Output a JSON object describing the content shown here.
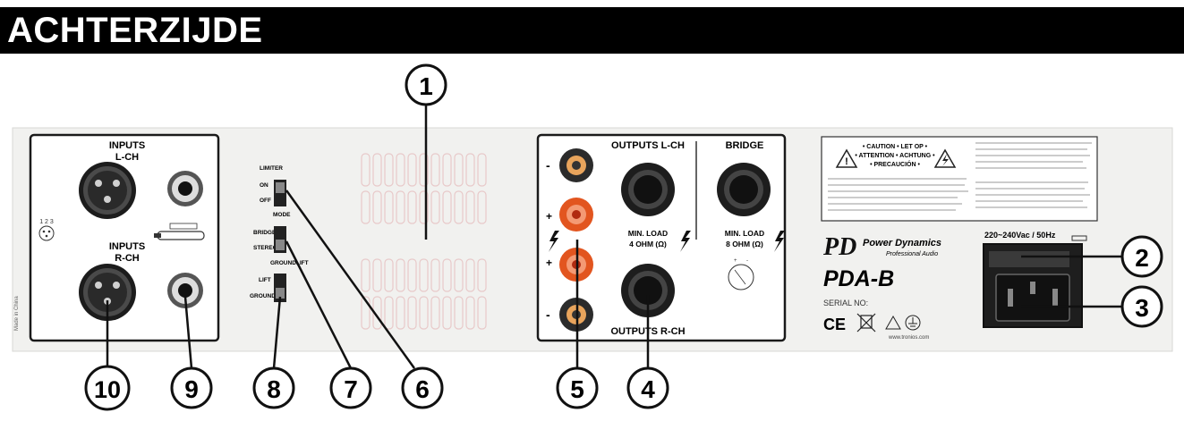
{
  "header": {
    "title": "ACHTERZIJDE"
  },
  "inputs_panel": {
    "left_title_line1": "INPUTS",
    "left_title_line2": "L-CH",
    "right_title_line1": "INPUTS",
    "right_title_line2": "R-CH",
    "made_in": "Made in China"
  },
  "switches": {
    "limiter_label": "LIMITER",
    "limiter_on": "ON",
    "limiter_off": "OFF",
    "mode_label": "MODE",
    "mode_bridge": "BRIDGE",
    "mode_stereo": "STEREO",
    "ground_label": "GROUNDLIFT",
    "ground_lift": "LIFT",
    "ground_ground": "GROUND"
  },
  "outputs_panel": {
    "outputs_l": "OUTPUTS L-CH",
    "outputs_r": "OUTPUTS R-CH",
    "bridge": "BRIDGE",
    "min_load": "MIN. LOAD",
    "load_4": "4 OHM (Ω)",
    "load_8": "8 OHM (Ω)",
    "minus": "-",
    "plus": "+"
  },
  "info_panel": {
    "caution_line1": "• CAUTION • LET OP •",
    "caution_line2": "• ATTENTION • ACHTUNG •",
    "caution_line3": "• PRECAUCIÓN •",
    "brand": "Power Dynamics",
    "brand_sub": "Professional Audio",
    "model": "PDA-B",
    "serial": "SERIAL NO:",
    "ce": "CE",
    "website": "www.tronios.com",
    "power": "220~240Vac / 50Hz"
  },
  "callouts": [
    "1",
    "2",
    "3",
    "4",
    "5",
    "6",
    "7",
    "8",
    "9",
    "10"
  ],
  "colors": {
    "header": "#000000",
    "panel_line": "#1a1a1a",
    "binding_post": "#e2551f"
  }
}
